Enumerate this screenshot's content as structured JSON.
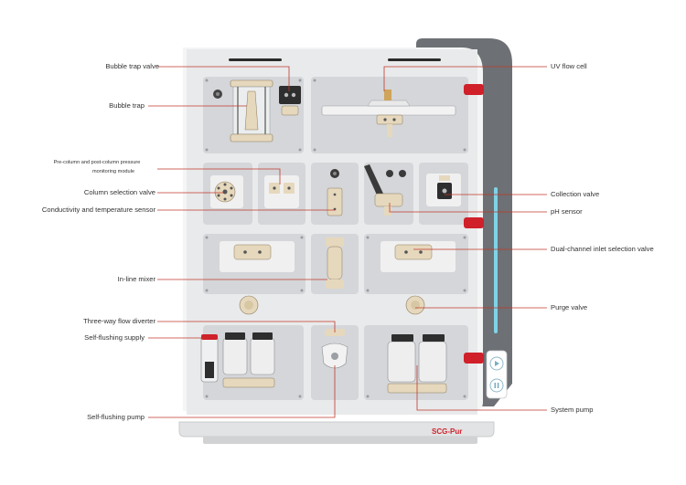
{
  "labels_left": [
    {
      "id": "bubble-trap-valve",
      "text": "Bubble trap valve"
    },
    {
      "id": "bubble-trap",
      "text": "Bubble trap"
    },
    {
      "id": "pressure-module-line1",
      "text": "Pre-column and post-column pressure"
    },
    {
      "id": "pressure-module-line2",
      "text": "monitoring module"
    },
    {
      "id": "column-selection-valve",
      "text": "Column selection valve"
    },
    {
      "id": "conductivity-temperature-sensor",
      "text": "Conductivity and temperature sensor"
    },
    {
      "id": "in-line-mixer",
      "text": "In-line mixer"
    },
    {
      "id": "three-way-flow-diverter",
      "text": "Three-way flow diverter"
    },
    {
      "id": "self-flushing-supply",
      "text": "Self-flushing supply"
    },
    {
      "id": "self-flushing-pump",
      "text": "Self-flushing pump"
    }
  ],
  "labels_right": [
    {
      "id": "uv-flow-cell",
      "text": "UV flow cell"
    },
    {
      "id": "collection-valve",
      "text": "Collection valve"
    },
    {
      "id": "ph-sensor",
      "text": "pH sensor"
    },
    {
      "id": "dual-channel-inlet-selection-valve",
      "text": "Dual-channel inlet selection valve"
    },
    {
      "id": "purge-valve",
      "text": "Purge valve"
    },
    {
      "id": "system-pump",
      "text": "System pump"
    }
  ],
  "brand": {
    "logo_text": "SCG-Pur"
  },
  "colors": {
    "leader_line": "#c0392b",
    "panel": "#d4d6d9",
    "body": "#eceded",
    "side_housing": "#6d7074",
    "accent_red": "#d0202a",
    "led": "#7fd3e8"
  },
  "icons": {
    "play": "play-icon",
    "pause": "pause-icon"
  }
}
